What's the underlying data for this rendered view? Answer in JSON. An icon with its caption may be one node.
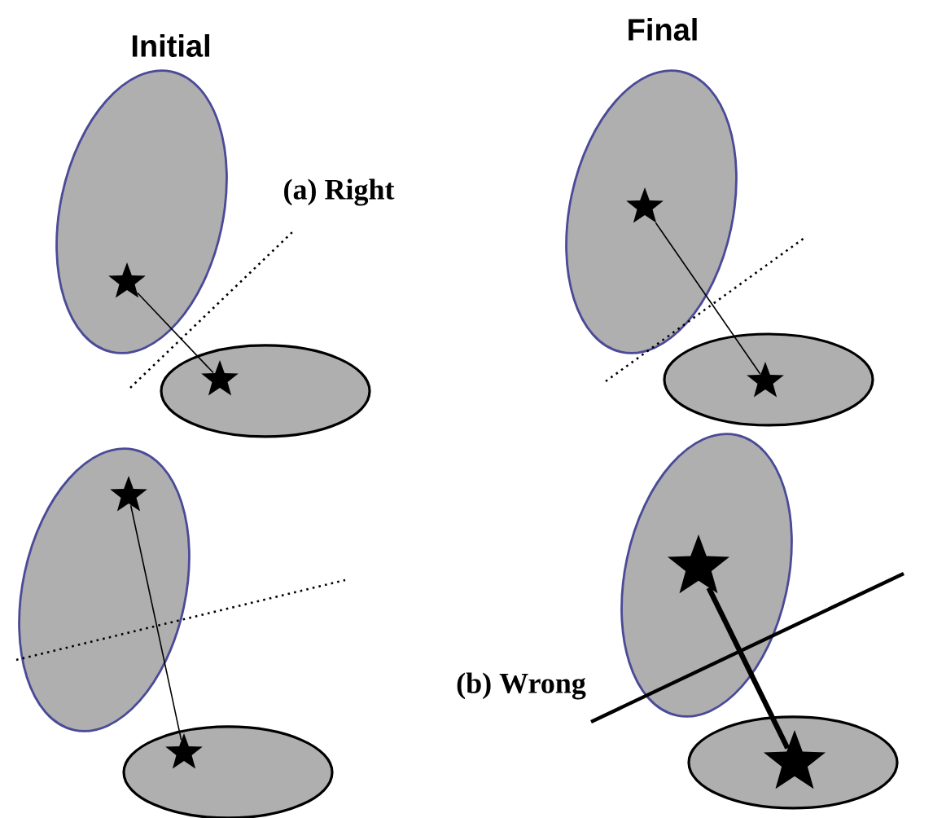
{
  "diagram": {
    "nodes": [
      {
        "text": [],
        "shape": "ellipse"
      },
      {
        "text": [],
        "shape": "star",
        "in": 0
      },
      {
        "text": [],
        "shape": "ellipse"
      },
      {
        "text": [],
        "shape": "star",
        "in": 2
      },
      {
        "text": [],
        "shape": "ellipse"
      },
      {
        "text": [],
        "shape": "star",
        "in": 4
      },
      {
        "text": [],
        "shape": "ellipse"
      },
      {
        "text": [],
        "shape": "star",
        "in": 6
      },
      {
        "text": [],
        "shape": "ellipse"
      },
      {
        "text": [],
        "shape": "star",
        "in": 8
      },
      {
        "text": [],
        "shape": "ellipse"
      },
      {
        "text": [],
        "shape": "star",
        "in": 10
      },
      {
        "text": [],
        "shape": "ellipse"
      },
      {
        "text": [],
        "shape": "star",
        "in": 12
      },
      {
        "text": [],
        "shape": "ellipse"
      },
      {
        "text": [],
        "shape": "star",
        "in": 14
      }
    ],
    "edges": [
      {
        "from": 1,
        "to": 3,
        "arrow": "none"
      },
      {
        "from": 5,
        "to": 7,
        "arrow": "none"
      },
      {
        "from": 9,
        "to": 11,
        "arrow": "none"
      },
      {
        "from": 13,
        "to": 15,
        "arrow": "none",
        "style": "thick"
      }
    ],
    "labels": [
      "Initial",
      "Final",
      "(a) Right",
      "(b) Wrong"
    ]
  }
}
